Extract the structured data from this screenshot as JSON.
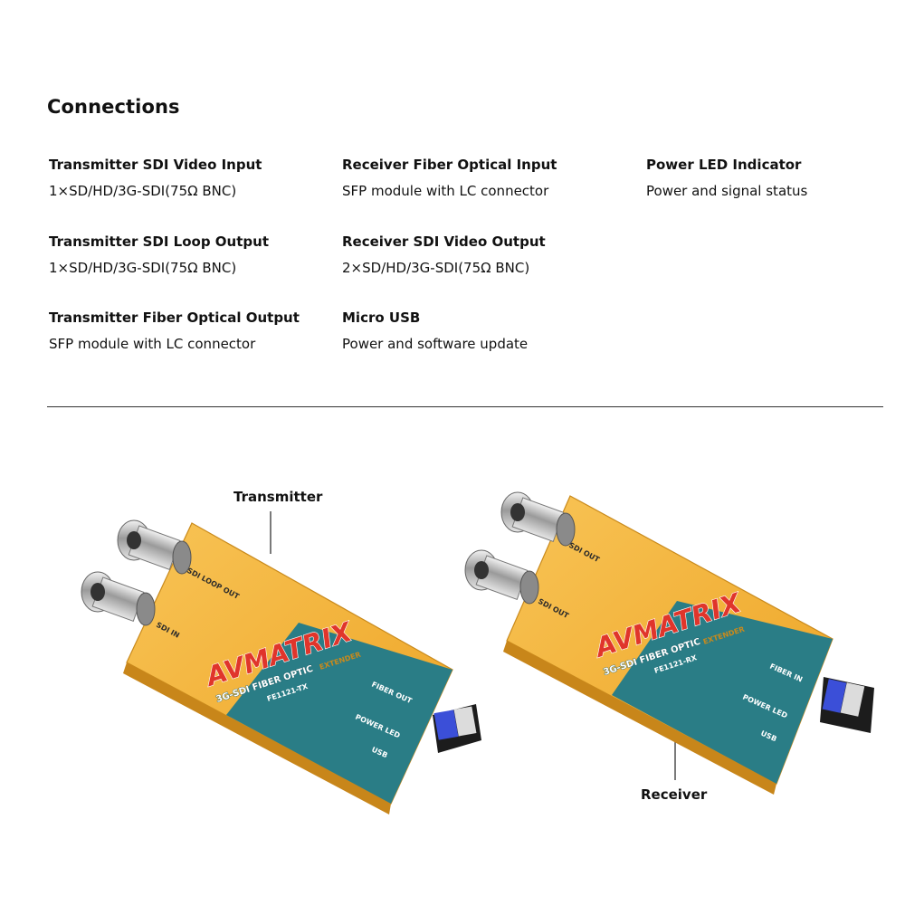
{
  "heading": "Connections",
  "specs": [
    {
      "label": "Transmitter SDI Video Input",
      "value": "1×SD/HD/3G-SDI(75Ω BNC)"
    },
    {
      "label": "Receiver Fiber Optical Input",
      "value": "SFP module with LC connector"
    },
    {
      "label": "Power LED Indicator",
      "value": "Power and signal status"
    },
    {
      "label": "Transmitter SDI Loop Output",
      "value": "1×SD/HD/3G-SDI(75Ω BNC)"
    },
    {
      "label": "Receiver SDI Video Output",
      "value": "2×SD/HD/3G-SDI(75Ω BNC)"
    },
    {
      "label": "Transmitter Fiber Optical Output",
      "value": "SFP module with LC connector"
    },
    {
      "label": "Micro USB",
      "value": "Power and software update"
    }
  ],
  "callouts": {
    "transmitter": "Transmitter",
    "receiver": "Receiver"
  },
  "transmitter_device": {
    "brand": "AVMATRIX",
    "product_line": "3G-SDI FIBER OPTIC",
    "product_type": "EXTENDER",
    "model": "FE1121-TX",
    "port_bnc_1": "SDI LOOP OUT",
    "port_bnc_2": "SDI IN",
    "port_fiber": "FIBER OUT",
    "port_led": "POWER LED",
    "port_usb": "USB"
  },
  "receiver_device": {
    "brand": "AVMATRIX",
    "product_line": "3G-SDI FIBER OPTIC",
    "product_type": "EXTENDER",
    "model": "FE1121-RX",
    "port_bnc_1": "SDI OUT",
    "port_bnc_2": "SDI OUT",
    "port_fiber": "FIBER IN",
    "port_led": "POWER LED",
    "port_usb": "USB"
  },
  "colors": {
    "housing_yellow": "#f5b53a",
    "housing_teal": "#2a7d86",
    "brand_red": "#e0352b",
    "sfp_blue": "#3b4fd8"
  }
}
